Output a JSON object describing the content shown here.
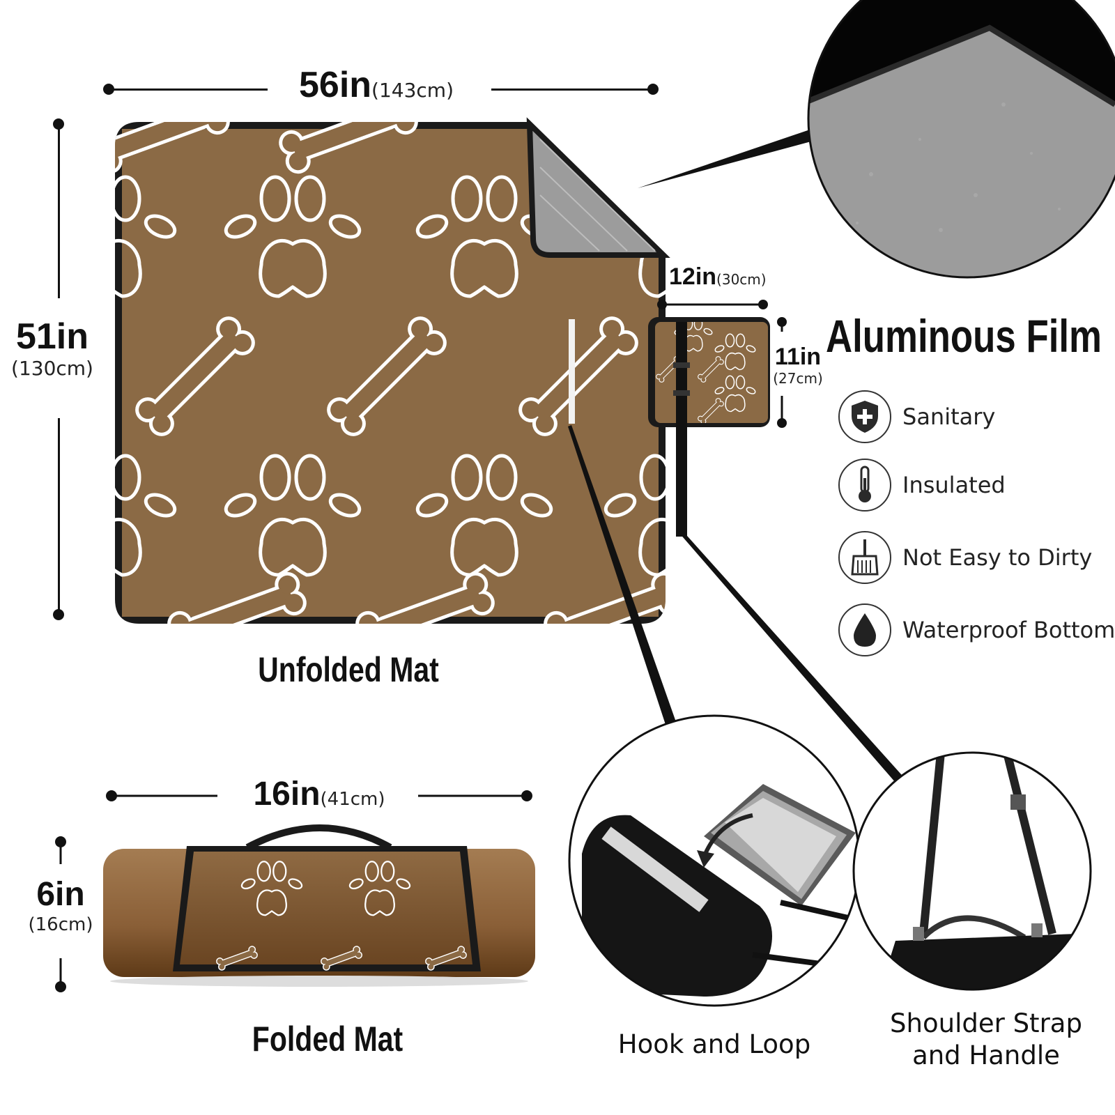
{
  "unfolded": {
    "width": {
      "value": "56in",
      "metric": "(143cm)"
    },
    "height": {
      "value": "51in",
      "metric": "(130cm)"
    },
    "flap_width": {
      "value": "12in",
      "metric": "(30cm)"
    },
    "flap_height": {
      "value": "11in",
      "metric": "(27cm)"
    },
    "caption": "Unfolded Mat"
  },
  "folded": {
    "width": {
      "value": "16in",
      "metric": "(41cm)"
    },
    "height": {
      "value": "6in",
      "metric": "(16cm)"
    },
    "caption": "Folded Mat"
  },
  "film": {
    "title": "Aluminous Film",
    "features": [
      {
        "icon": "shield-plus-icon",
        "label": "Sanitary"
      },
      {
        "icon": "thermometer-icon",
        "label": "Insulated"
      },
      {
        "icon": "dustpan-icon",
        "label": "Not Easy to Dirty"
      },
      {
        "icon": "water-drop-icon",
        "label": "Waterproof Bottom"
      }
    ]
  },
  "details": {
    "hook_caption": "Hook and Loop",
    "strap_caption_line1": "Shoulder Strap",
    "strap_caption_line2": "and Handle"
  },
  "colors": {
    "mat_brown": "#8B6A45",
    "border": "#1a1a1a",
    "film_gray": "#9c9c9c"
  }
}
